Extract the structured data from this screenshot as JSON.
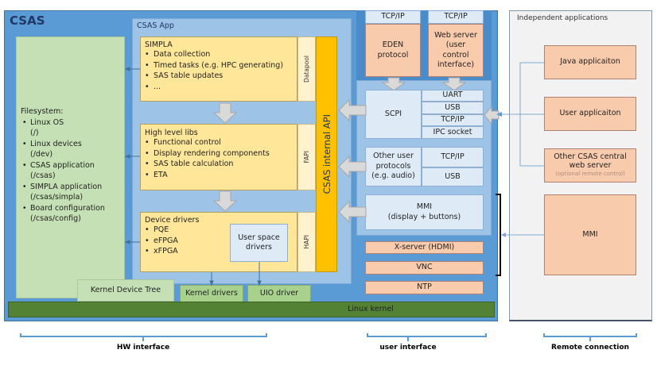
{
  "csas": {
    "title": "CSAS",
    "filesystem": {
      "heading": "Filesystem:",
      "items": [
        {
          "label": "Linux OS",
          "path": "(/)"
        },
        {
          "label": "Linux devices",
          "path": "(/dev)"
        },
        {
          "label": "CSAS application",
          "path": "(/csas)"
        },
        {
          "label": "SIMPLA application",
          "path": "(/csas/simpla)"
        },
        {
          "label": "Board configuration",
          "path": "(/csas/config)"
        }
      ]
    },
    "app": {
      "title": "CSAS App",
      "simpla": {
        "title": "SIMPLA",
        "items": [
          "Data collection",
          "Timed tasks (e.g. HPC generating)",
          "SAS table updates",
          "..."
        ],
        "api_label": "Datapool"
      },
      "high_level_libs": {
        "title": "High level libs",
        "items": [
          "Functional control",
          "Display rendering components",
          "SAS table calculation",
          "ETA"
        ],
        "api_label": "FAPI"
      },
      "device_drivers": {
        "title": "Device drivers",
        "items": [
          "PQE",
          "eFPGA",
          "xFPGA"
        ],
        "user_space": "User space drivers",
        "api_label": "HAPI"
      },
      "internal_api": "CSAS internal API"
    },
    "kernel": {
      "device_tree": "Kernel Device Tree",
      "kernel_drivers": "Kernel drivers",
      "uio_driver": "UIO driver",
      "linux_kernel": "Linux kernel"
    },
    "top_services": [
      {
        "transport": "TCP/IP",
        "name": "EDEN protocol"
      },
      {
        "transport": "TCP/IP",
        "name": "Web server (user control interface)"
      }
    ],
    "scpi": {
      "name": "SCPI",
      "transports": [
        "UART",
        "USB",
        "TCP/IP",
        "IPC socket"
      ]
    },
    "other_protocols": {
      "name": "Other user protocols (e.g. audio)",
      "transports": [
        "TCP/IP",
        "USB"
      ]
    },
    "mmi": {
      "title": "MMI",
      "subtitle": "(display + buttons)"
    },
    "bottom_services": [
      "X-server (HDMI)",
      "VNC",
      "NTP"
    ]
  },
  "independent": {
    "title": "Independent applications",
    "apps": [
      {
        "name": "Java applicaiton"
      },
      {
        "name": "User applicaiton"
      },
      {
        "name": "Other CSAS central web server",
        "note": "(optional remote control)"
      },
      {
        "name": "MMI"
      }
    ]
  },
  "brackets": {
    "hw_interface": "HW interface",
    "user_interface": "user interface",
    "remote_connection": "Remote connection"
  }
}
